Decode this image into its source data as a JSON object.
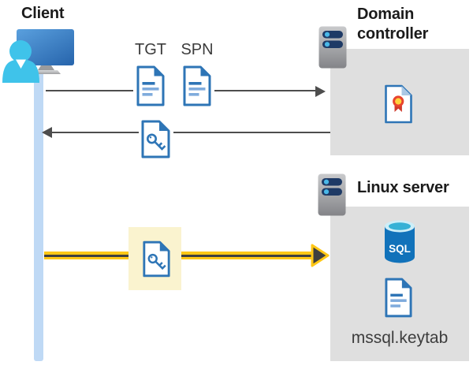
{
  "diagram": {
    "client": {
      "label": "Client"
    },
    "tickets": {
      "tgt": "TGT",
      "spn": "SPN"
    },
    "domain_controller": {
      "label": "Domain controller"
    },
    "linux_server": {
      "label": "Linux server",
      "sql_badge": "SQL",
      "keytab_file": "mssql.keytab"
    },
    "icons": {
      "client": "user-at-monitor-icon",
      "domain_controller": "server-icon",
      "linux_server": "server-icon",
      "tgt": "document-icon",
      "spn": "document-icon",
      "kerberos_ticket": "key-document-icon",
      "certificate": "certificate-document-icon",
      "database": "sql-database-icon",
      "keytab": "document-icon"
    },
    "colors": {
      "doc_blue": "#2e75b6",
      "doc_line_light": "#7fabdc",
      "arrow_gray": "#4d4d4d",
      "panel_gray": "#dfdfdf",
      "lifeline_blue": "#bfd9f5",
      "highlight_yellow": "#faf3cf",
      "arrow_gold": "#ffc716",
      "person_cyan": "#3fc3ea",
      "server_navy": "#1e3a66",
      "server_dot_cyan": "#49b8e8",
      "sql_azure": "#1172ba",
      "cert_gold": "#ffd23c",
      "cert_red": "#e8442e"
    }
  }
}
